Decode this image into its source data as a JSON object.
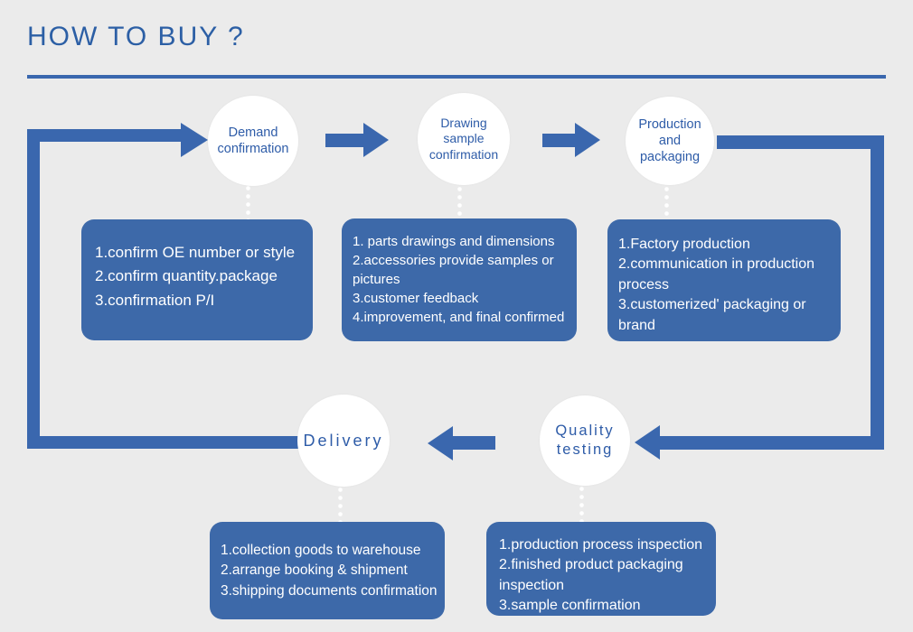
{
  "colors": {
    "background": "#ebebeb",
    "accent": "#3a67ae",
    "box": "#3d69a9",
    "box_text": "#ffffff",
    "title": "#2c5fa5",
    "circle_text": "#2e5ca8",
    "circle_fill": "#ffffff"
  },
  "header": {
    "title": "HOW TO BUY ?"
  },
  "flow": {
    "steps": [
      {
        "name": "demand-confirmation",
        "circle_lines": [
          "Demand",
          "confirmation"
        ],
        "details": [
          "1.confirm OE number or style",
          "2.confirm quantity.package",
          "3.confirmation P/I"
        ]
      },
      {
        "name": "drawing-sample-confirmation",
        "circle_lines": [
          "Drawing",
          "sample",
          "confirmation"
        ],
        "details": [
          "1. parts drawings and dimensions",
          "2.accessories provide samples or pictures",
          "3.customer feedback",
          "4.improvement, and final confirmed"
        ]
      },
      {
        "name": "production-and-packaging",
        "circle_lines": [
          "Production",
          "and",
          "packaging"
        ],
        "details": [
          "1.Factory production",
          "2.communication in production process",
          "3.customerized' packaging or brand"
        ]
      },
      {
        "name": "quality-testing",
        "circle_lines": [
          "Quality",
          "testing"
        ],
        "details": [
          "1.production process inspection",
          "2.finished product packaging inspection",
          "3.sample confirmation"
        ]
      },
      {
        "name": "delivery",
        "circle_lines": [
          "Delivery"
        ],
        "details": [
          "1.collection goods to warehouse",
          "2.arrange booking & shipment",
          "3.shipping documents confirmation"
        ]
      }
    ]
  }
}
